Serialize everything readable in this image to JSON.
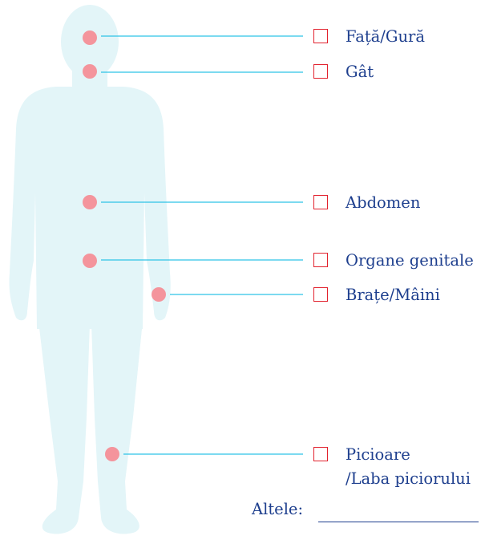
{
  "body_parts": [
    {
      "key": "face",
      "label_lines": [
        "Față/Gură"
      ],
      "checked": false
    },
    {
      "key": "neck",
      "label_lines": [
        "Gât"
      ],
      "checked": false
    },
    {
      "key": "abdomen",
      "label_lines": [
        "Abdomen"
      ],
      "checked": false
    },
    {
      "key": "genitals",
      "label_lines": [
        "Organe genitale"
      ],
      "checked": false
    },
    {
      "key": "arms",
      "label_lines": [
        "Brațe/Mâini"
      ],
      "checked": false
    },
    {
      "key": "legs",
      "label_lines": [
        "Picioare",
        "/Laba piciorului"
      ],
      "checked": false
    }
  ],
  "other": {
    "label": "Altele:",
    "value": ""
  },
  "colors": {
    "silhouette": "#e3f5f8",
    "connector": "#2ec4e6",
    "marker": "#f4949c",
    "checkbox_border": "#e2222e",
    "label_text": "#1e3f8e"
  },
  "icons": {
    "marker": "location-dot-icon",
    "checkbox": "checkbox-icon"
  }
}
